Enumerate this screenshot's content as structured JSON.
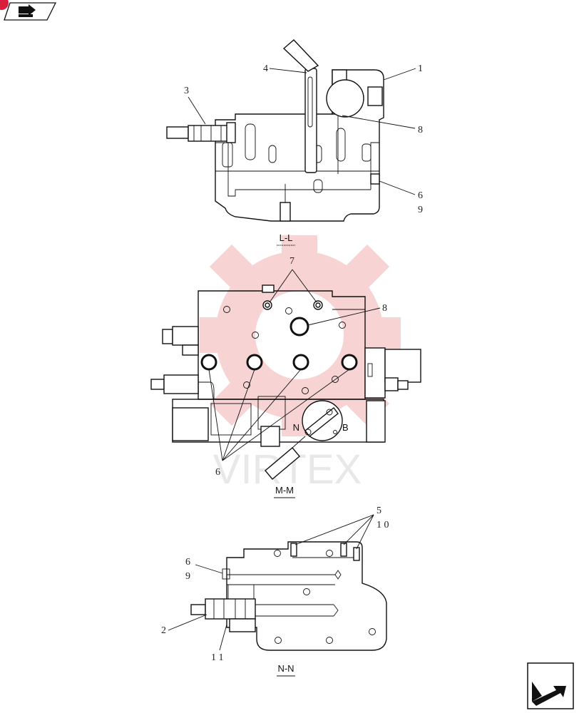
{
  "views": {
    "ll": {
      "label": "L-L",
      "callouts": [
        "4",
        "1",
        "3",
        "8",
        "6",
        "9"
      ]
    },
    "mm": {
      "label": "M-M",
      "callouts": [
        "7",
        "8",
        "6"
      ],
      "lever_marks": {
        "n": "N",
        "b": "B"
      }
    },
    "nn": {
      "label": "N-N",
      "callouts": [
        "5",
        "1 0",
        "6",
        "9",
        "2",
        "1 1"
      ]
    }
  },
  "watermark": {
    "text": "VIRTEX",
    "color": "#e23a3a"
  },
  "colors": {
    "line": "#111111",
    "badge": "#d81e3a",
    "watermark": "#e23a3a"
  },
  "nav": {
    "top_left_icon": "book-arrow-icon",
    "bottom_right_icon": "next-page-arrow-icon"
  }
}
